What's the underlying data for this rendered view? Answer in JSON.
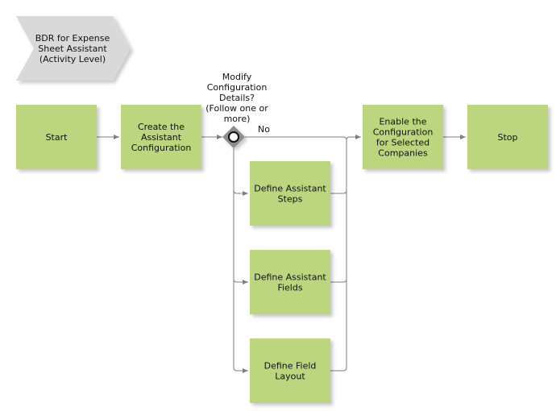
{
  "title": {
    "lines": [
      "BDR for Expense",
      "Sheet Assistant",
      "(Activity Level)"
    ]
  },
  "nodes": {
    "start": [
      "Start"
    ],
    "create_config": [
      "Create the",
      "Assistant",
      "Configuration"
    ],
    "enable_config": [
      "Enable the",
      "Configuration",
      "for Selected",
      "Companies"
    ],
    "stop": [
      "Stop"
    ],
    "define_steps": [
      "Define Assistant",
      "Steps"
    ],
    "define_fields": [
      "Define Assistant",
      "Fields"
    ],
    "define_layout": [
      "Define Field",
      "Layout"
    ]
  },
  "gateway": {
    "question": [
      "Modify",
      "Configuration",
      "Details?",
      "(Follow one or",
      "more)"
    ],
    "no_label": "No"
  },
  "colors": {
    "activity_fill": "#bcd57f",
    "title_fill": "#d9d9d9",
    "gateway_fill": "#8c8c8c",
    "edge": "#7f7f7f"
  }
}
